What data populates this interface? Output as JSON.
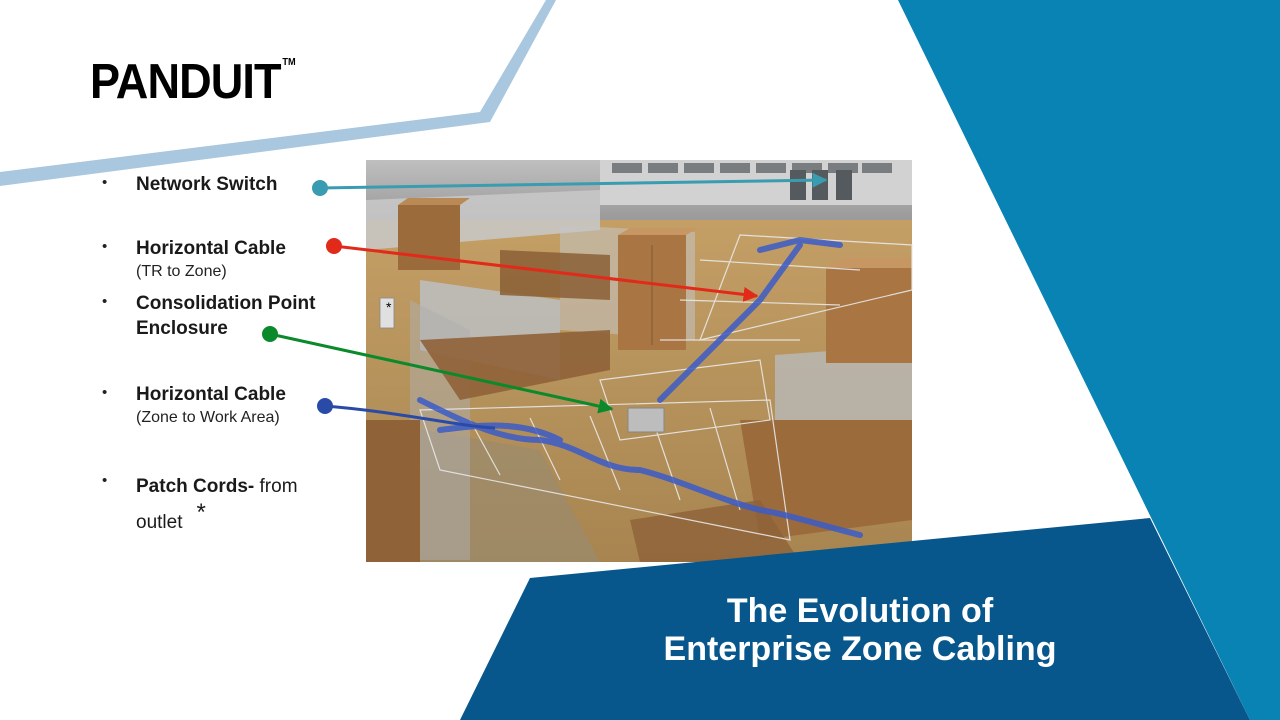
{
  "brand": {
    "logo_text": "PANDUIT",
    "trademark": "TM"
  },
  "bullets": [
    {
      "main": "Network Switch",
      "rest": "",
      "sub": "",
      "star": ""
    },
    {
      "main": "Horizontal Cable",
      "rest": "",
      "sub": "(TR to Zone)",
      "star": ""
    },
    {
      "main": "Consolidation Point Enclosure",
      "rest": "",
      "sub": "",
      "star": ""
    },
    {
      "main": "Horizontal Cable",
      "rest": "",
      "sub": "(Zone to Work Area)",
      "star": ""
    },
    {
      "main": "Patch Cords-",
      "rest": " from outlet",
      "sub": "",
      "star": "*"
    }
  ],
  "bullet_glyph": "•",
  "callout_colors": [
    "#3a9cb0",
    "#e22a1a",
    "#0a8a2a",
    "#2a4aa8"
  ],
  "banner": {
    "line1": "The Evolution of",
    "line2": "Enterprise Zone Cabling"
  },
  "diagram": {
    "marker": "*"
  },
  "colors": {
    "teal": "#0883b3",
    "navy": "#07578d",
    "light_blue": "#a9c7de"
  }
}
